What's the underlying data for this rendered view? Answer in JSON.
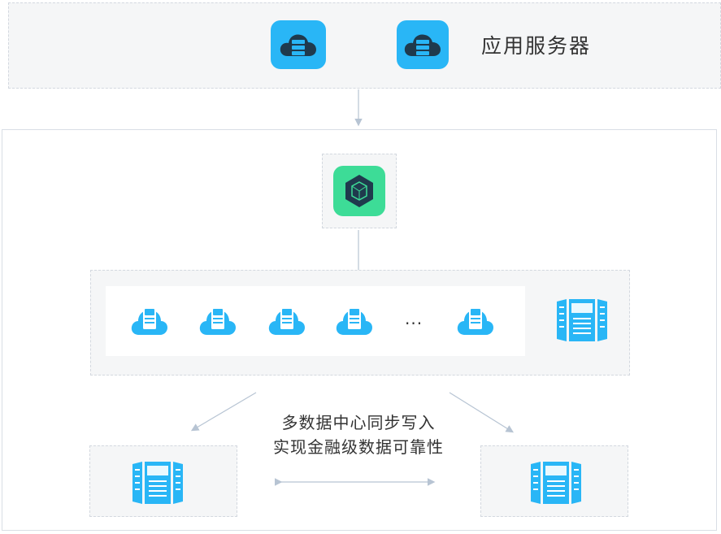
{
  "top": {
    "label": "应用服务器"
  },
  "middle": {
    "ellipsis": "..."
  },
  "caption": {
    "line1": "多数据中心同步写入",
    "line2": "实现金融级数据可靠性"
  },
  "icons": {
    "app_server": "cloud-server-icon",
    "gateway": "hexagon-cube-icon",
    "node": "cloud-server-icon",
    "datacenter": "server-rack-icon"
  },
  "colors": {
    "blue": "#29b6f6",
    "green": "#3ddc97",
    "dark": "#1f3a4d",
    "line": "#b7c4d3"
  }
}
